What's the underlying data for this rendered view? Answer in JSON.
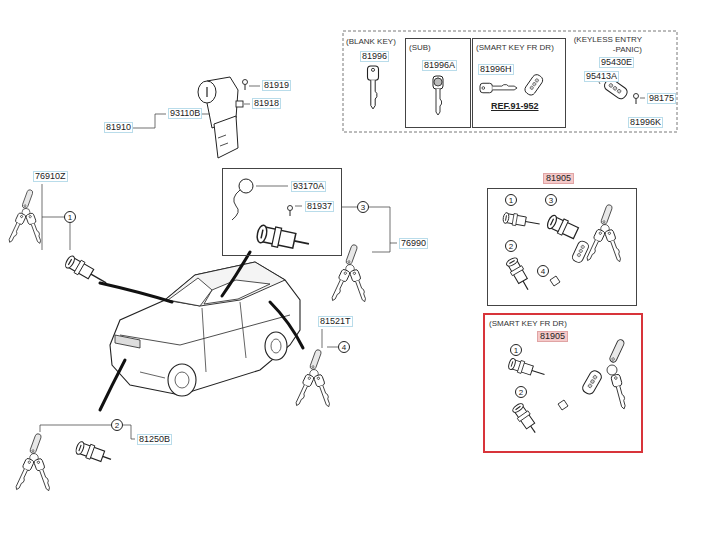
{
  "diagram": {
    "nodes": [
      {
        "text": [
          "(BLANK KEY)",
          "81996"
        ]
      },
      {
        "text": [
          "(SUB)",
          "81996A"
        ]
      },
      {
        "text": [
          "(SMART KEY FR DR)",
          "81996H",
          "REF.91-952"
        ]
      },
      {
        "text": [
          "(KEYLESS ENTRY -PANIC)",
          "95430E",
          "95413A",
          "98175",
          "81996K"
        ]
      },
      {
        "text": [
          "93170A",
          "81937"
        ]
      },
      {
        "text": [
          "1"
        ]
      },
      {
        "text": [
          "3"
        ]
      },
      {
        "text": [
          "4"
        ]
      },
      {
        "text": [
          "2"
        ]
      },
      {
        "text": [
          "81905"
        ]
      },
      {
        "text": [
          "1"
        ],
        "in": 9
      },
      {
        "text": [
          "3"
        ],
        "in": 9
      },
      {
        "text": [
          "2"
        ],
        "in": 9
      },
      {
        "text": [
          "4"
        ],
        "in": 9
      },
      {
        "text": [
          "(SMART KEY FR DR)",
          "81905"
        ]
      },
      {
        "text": [
          "1"
        ],
        "in": 14
      },
      {
        "text": [
          "2"
        ],
        "in": 14
      }
    ],
    "labels": [
      "81919",
      "81918",
      "93110B",
      "81910",
      "76910Z",
      "76990",
      "81521T",
      "81250B"
    ]
  }
}
